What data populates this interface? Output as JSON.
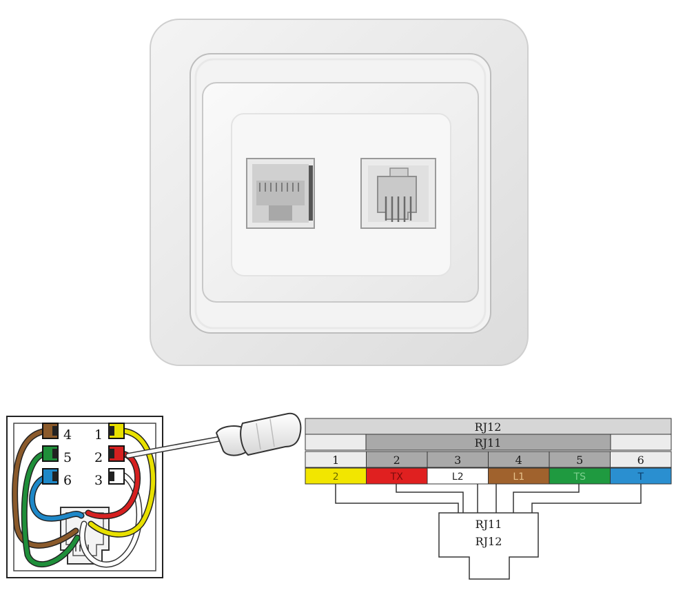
{
  "terminal_block": {
    "left_pins": [
      "4",
      "5",
      "6"
    ],
    "right_pins": [
      "1",
      "2",
      "3"
    ],
    "left_colors": [
      "#8b5a2b",
      "#1f8f3a",
      "#1e88c8"
    ],
    "right_colors": [
      "#e8e000",
      "#d62020",
      "#ffffff"
    ]
  },
  "pinout_table": {
    "header_rj12": "RJ12",
    "header_rj11": "RJ11",
    "pins": [
      {
        "number": "1",
        "signal": "2",
        "color": "#f2e600"
      },
      {
        "number": "2",
        "signal": "TX",
        "color": "#e02020"
      },
      {
        "number": "3",
        "signal": "L2",
        "color": "#ffffff"
      },
      {
        "number": "4",
        "signal": "L1",
        "color": "#a0622d"
      },
      {
        "number": "5",
        "signal": "TS",
        "color": "#1f9a40"
      },
      {
        "number": "6",
        "signal": "T",
        "color": "#2a8fd0"
      }
    ]
  },
  "connector_box": {
    "line1": "RJ11",
    "line2": "RJ12"
  }
}
